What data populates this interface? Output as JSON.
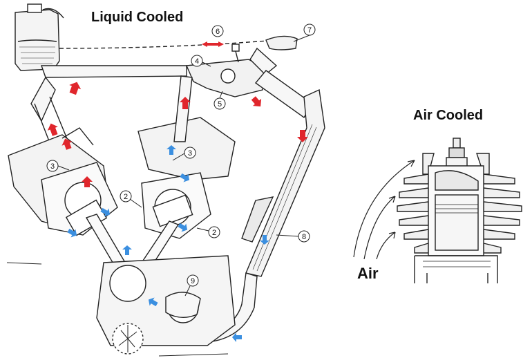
{
  "titles": {
    "liquid_cooled": "Liquid Cooled",
    "air_cooled": "Air Cooled"
  },
  "air_label": "Air",
  "callouts": [
    "2",
    "2",
    "3",
    "3",
    "4",
    "5",
    "6",
    "7",
    "8",
    "9"
  ],
  "colors": {
    "hot_flow": "#e0262c",
    "cool_flow": "#3b8fe0",
    "line": "#222222"
  }
}
